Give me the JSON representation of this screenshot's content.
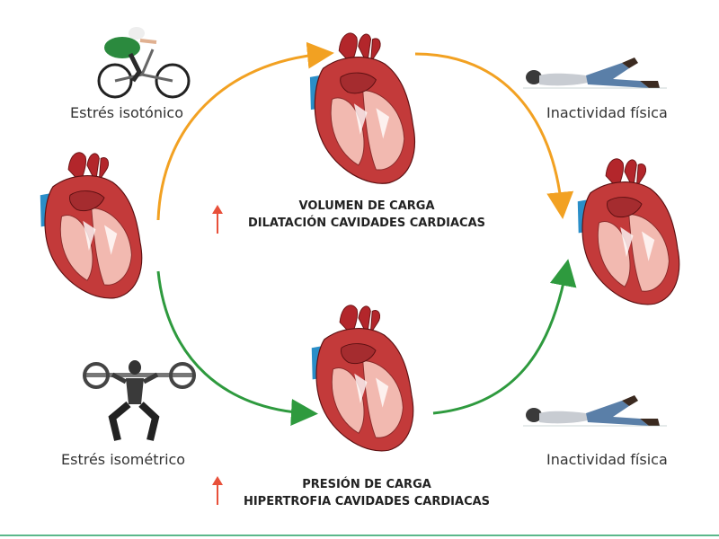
{
  "labels": {
    "isotonic": "Estrés isotónico",
    "isometric": "Estrés isométrico",
    "inactivity_top": "Inactividad física",
    "inactivity_bottom": "Inactividad física"
  },
  "captions": {
    "volume_line1": "VOLUMEN DE CARGA",
    "volume_line2": "DILATACIÓN CAVIDADES CARDIACAS",
    "pressure_line1": "PRESIÓN DE CARGA",
    "pressure_line2": "HIPERTROFIA CAVIDADES CARDIACAS"
  },
  "colors": {
    "isotonic_arrow": "#f2a122",
    "isometric_arrow": "#2e9a3e",
    "increase_arrow": "#e8503a",
    "heart_red": "#c33a3a",
    "heart_pink": "#f2b9b0",
    "vessel_blue": "#2a8ec8"
  },
  "icons": {
    "cyclist": "cyclist-icon",
    "weightlifter": "weightlifter-icon",
    "resting_person": "resting-person-icon",
    "heart": "heart-icon"
  }
}
